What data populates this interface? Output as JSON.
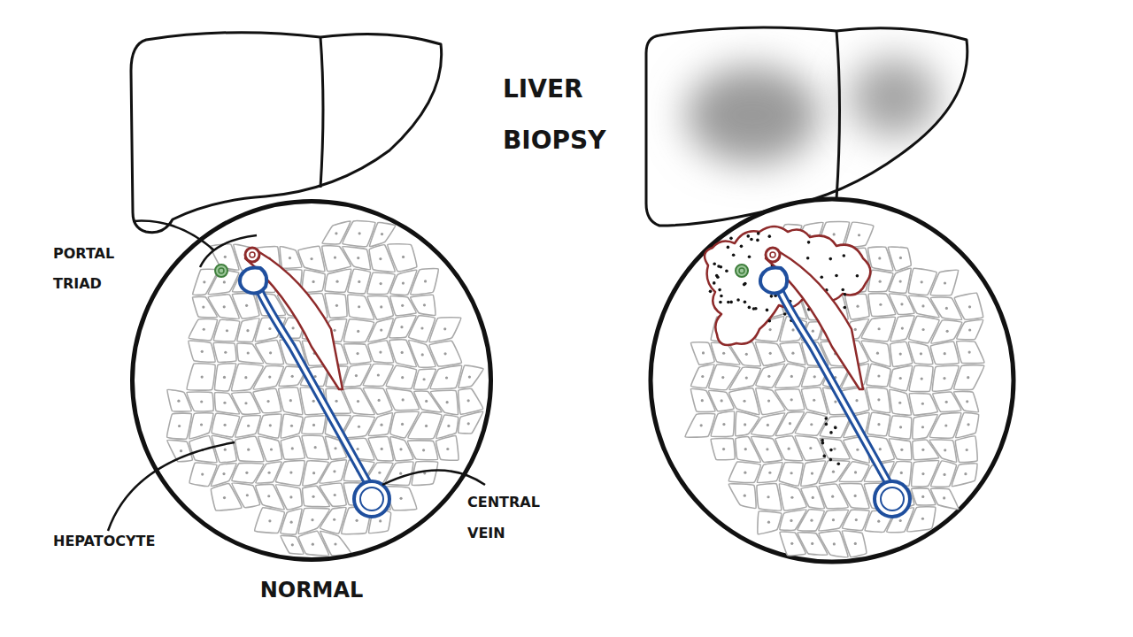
{
  "diagram": {
    "title": "LIVER BIOPSY",
    "nodes": [
      {
        "text": [
          "NORMAL"
        ]
      }
    ],
    "labels": [
      "PORTAL TRIAD",
      "HEPATOCYTE",
      "CENTRAL VEIN"
    ]
  }
}
